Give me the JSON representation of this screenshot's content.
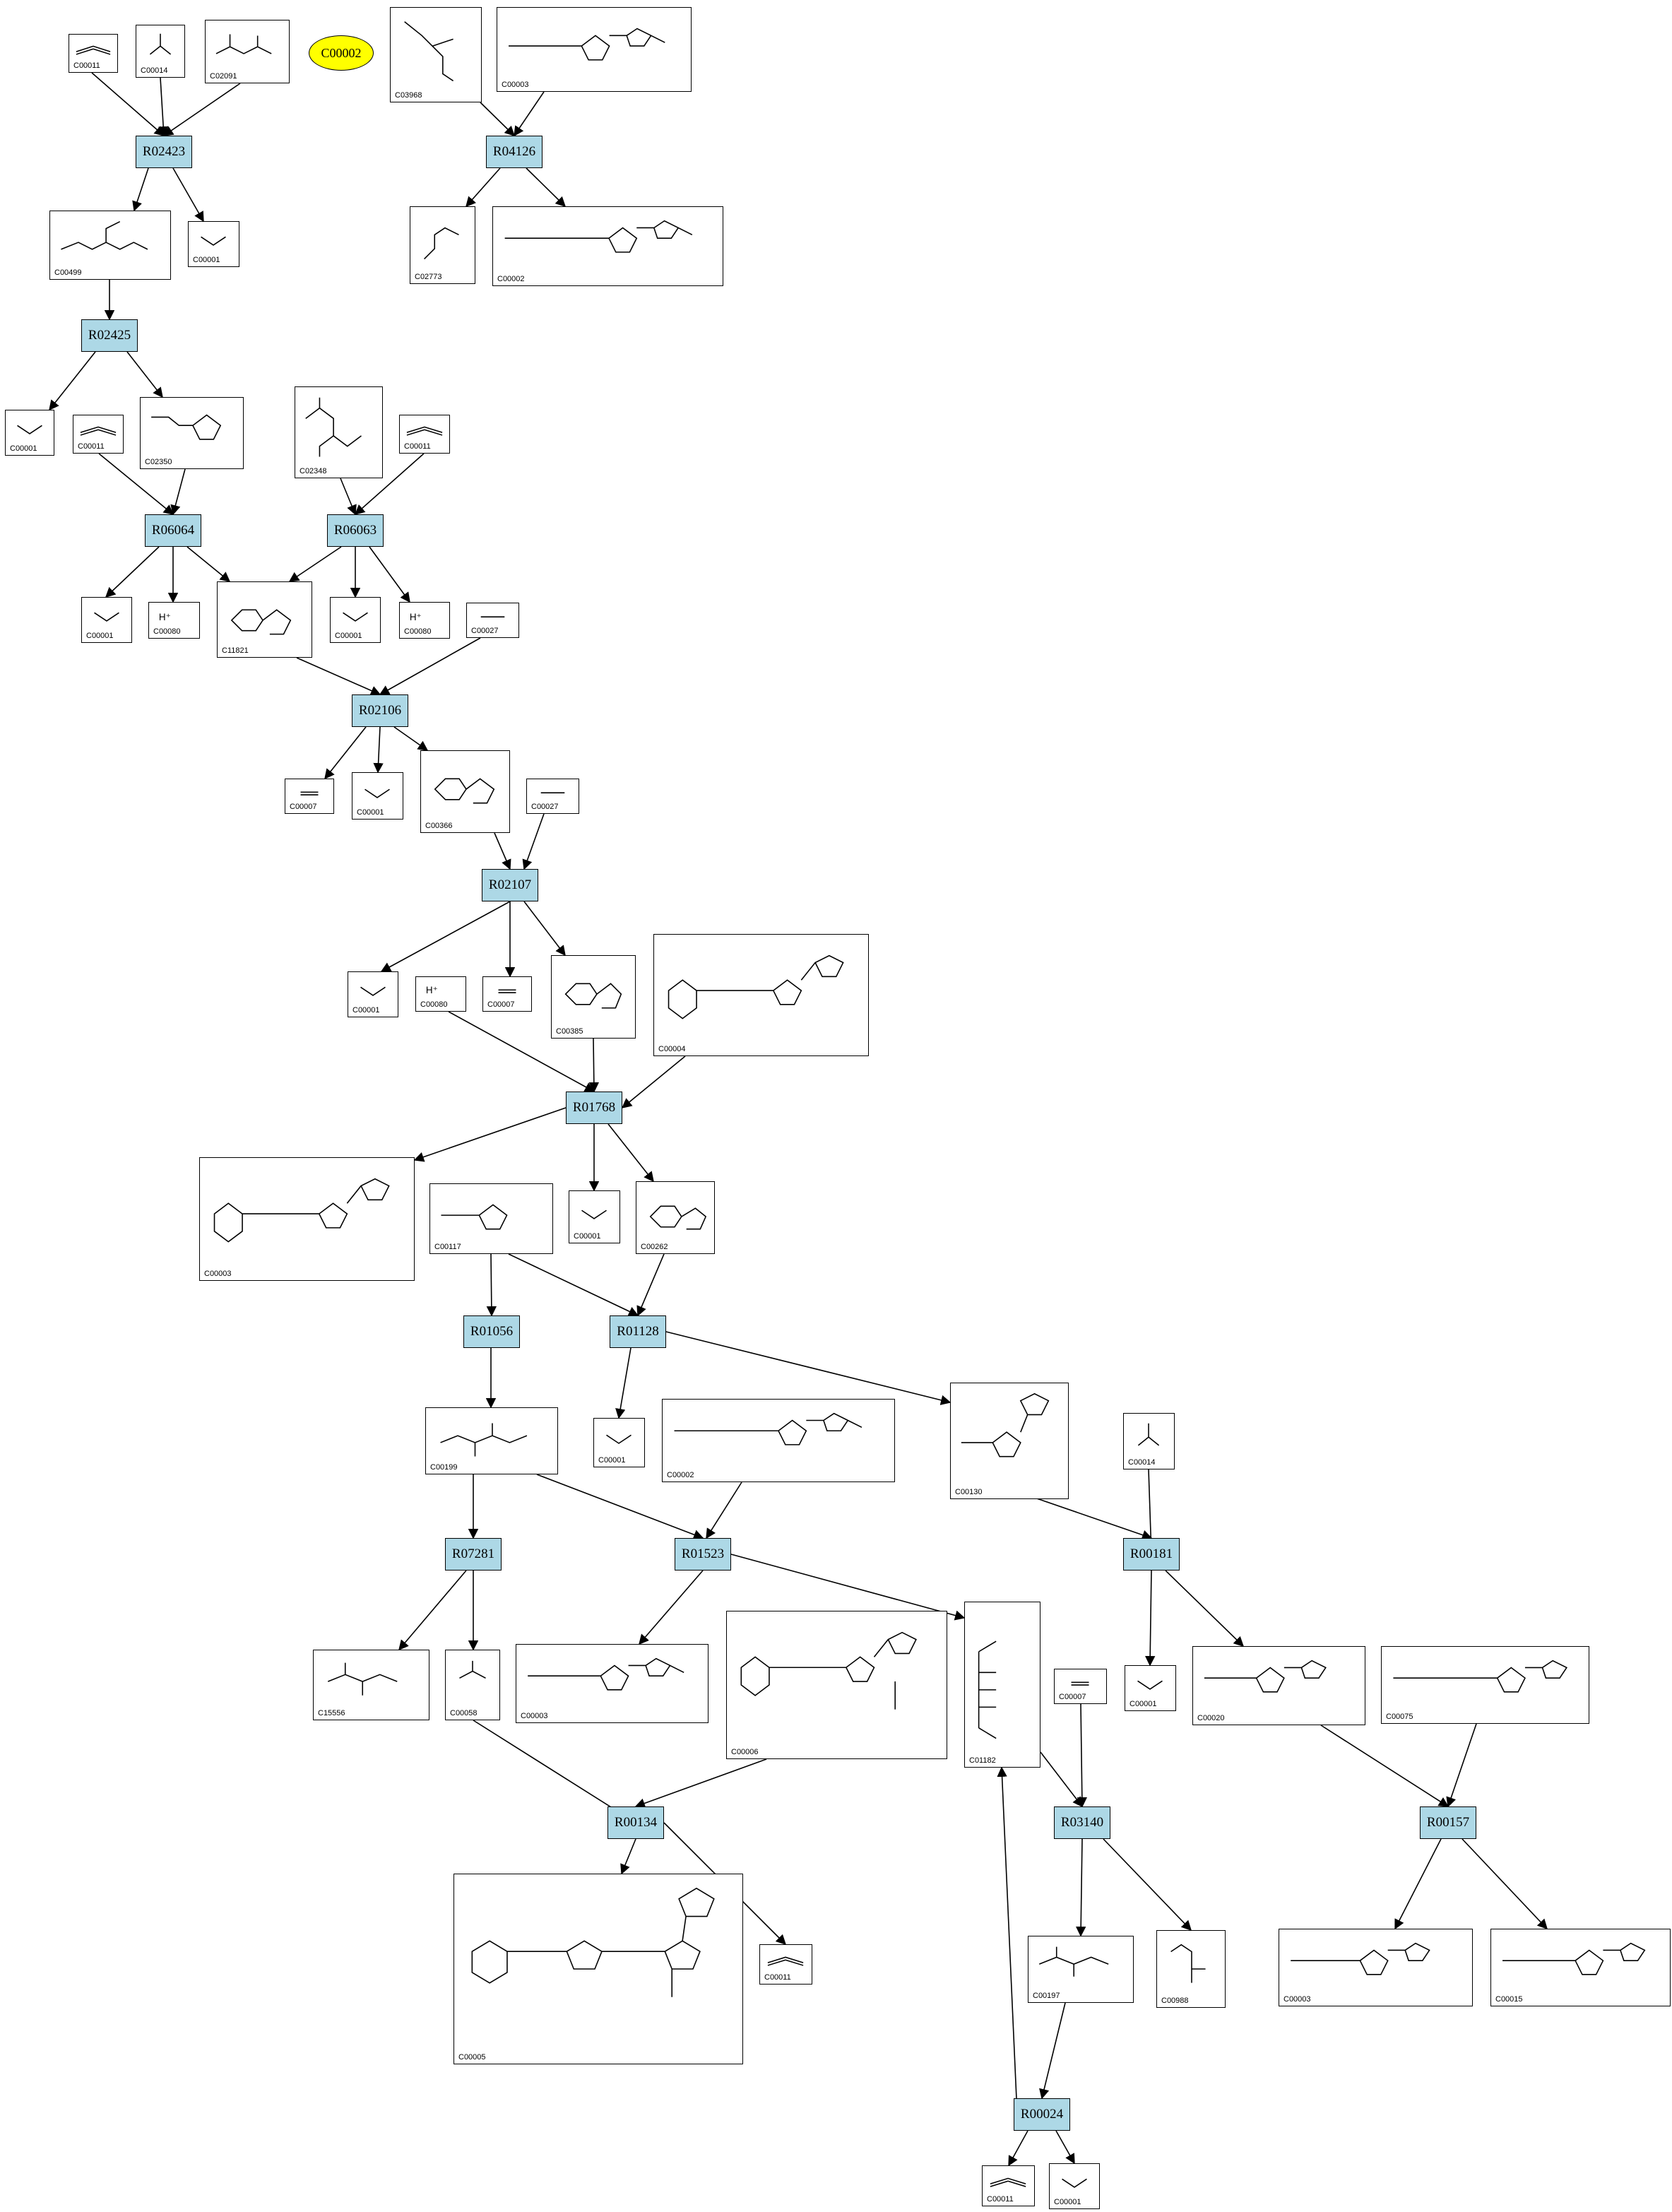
{
  "target_compound": "C00002",
  "reactions": [
    "R02423",
    "R04126",
    "R02425",
    "R06064",
    "R06063",
    "R02106",
    "R02107",
    "R01768",
    "R01056",
    "R01128",
    "R07281",
    "R01523",
    "R00181",
    "R00134",
    "R03140",
    "R00157",
    "R00024"
  ],
  "compound_ids": [
    "C00011",
    "C00014",
    "C02091",
    "C03968",
    "C00003",
    "C00499",
    "C00001",
    "C02773",
    "C00002",
    "C00001",
    "C00011",
    "C02350",
    "C02348",
    "C00011",
    "C00001",
    "C00080",
    "C11821",
    "C00001",
    "C00080",
    "C00027",
    "C00007",
    "C00001",
    "C00366",
    "C00027",
    "C00001",
    "C00080",
    "C00007",
    "C00385",
    "C00004",
    "C00003",
    "C00117",
    "C00001",
    "C00262",
    "C00001",
    "C00002",
    "C00130",
    "C00014",
    "C00199",
    "C15556",
    "C00058",
    "C00003",
    "C00006",
    "C01182",
    "C00007",
    "C00001",
    "C00020",
    "C00075",
    "C00005",
    "C00011",
    "C00197",
    "C00988",
    "C00003",
    "C00015",
    "C00011",
    "C00001"
  ]
}
